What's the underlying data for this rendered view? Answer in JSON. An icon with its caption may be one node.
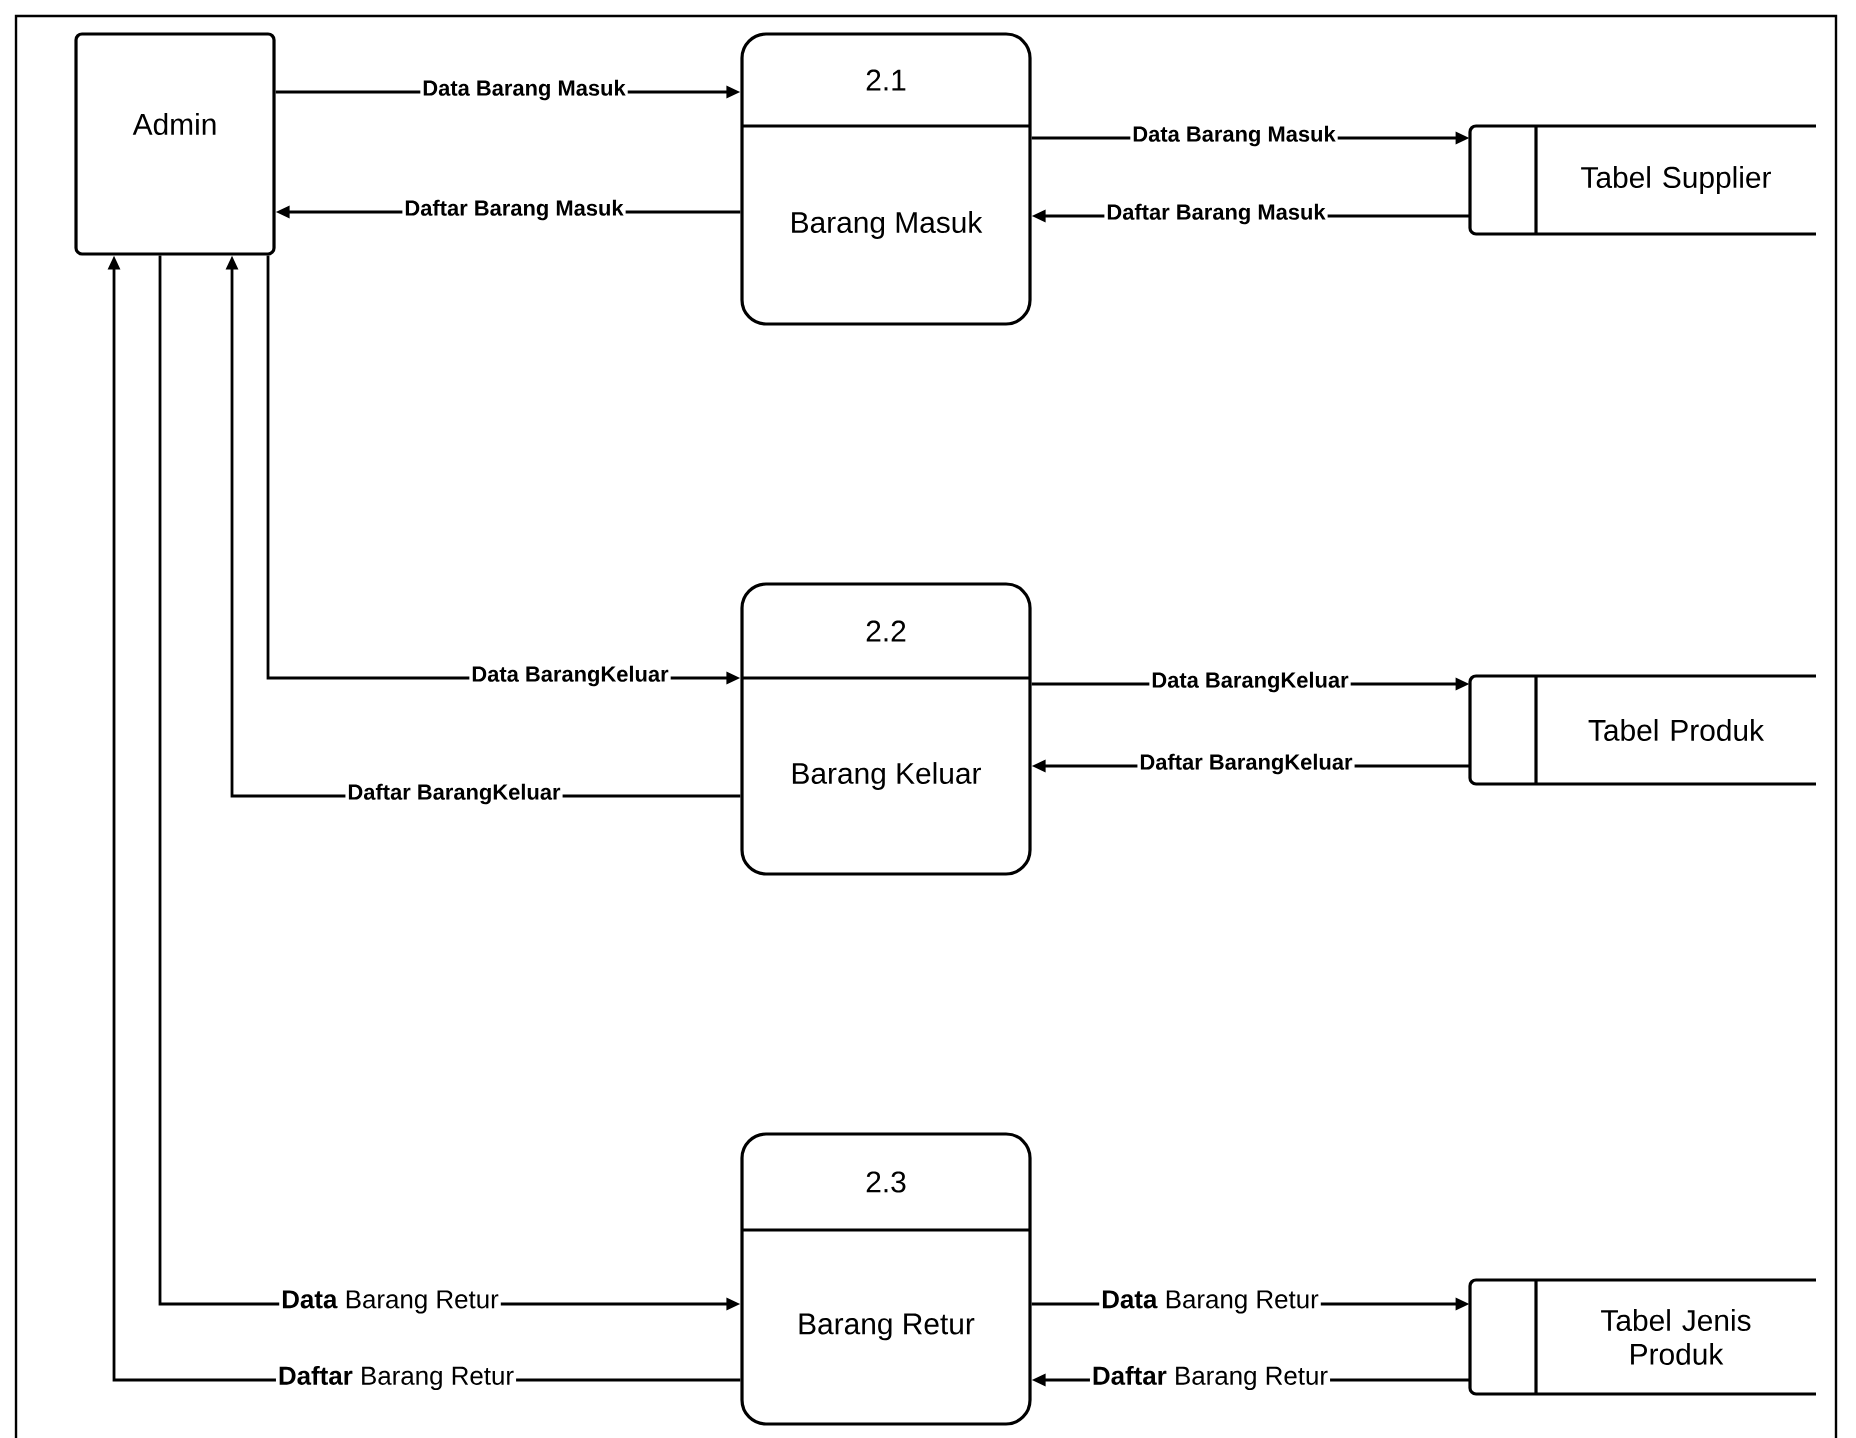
{
  "diagram": {
    "nodes": [
      {
        "text": [
          "Admin"
        ]
      },
      {
        "text": [
          "2.1",
          "Barang Masuk"
        ]
      },
      {
        "text": [
          "Tabel Supplier"
        ]
      },
      {
        "text": [
          "2.2",
          "Barang Keluar"
        ]
      },
      {
        "text": [
          "Tabel Produk"
        ]
      },
      {
        "text": [
          "2.3",
          "Barang Retur"
        ]
      },
      {
        "text": [
          "Tabel Jenis Produk"
        ]
      }
    ],
    "edges": [
      {
        "from": 0,
        "to": 1,
        "arrow": "to",
        "label": "Data Barang Masuk"
      },
      {
        "from": 1,
        "to": 0,
        "arrow": "to",
        "label": "Daftar Barang Masuk"
      },
      {
        "from": 1,
        "to": 2,
        "arrow": "to",
        "label": "Data Barang Masuk"
      },
      {
        "from": 2,
        "to": 1,
        "arrow": "to",
        "label": "Daftar Barang Masuk"
      },
      {
        "from": 0,
        "to": 3,
        "arrow": "to",
        "label": "Data BarangKeluar"
      },
      {
        "from": 3,
        "to": 0,
        "arrow": "to",
        "label": "Daftar BarangKeluar"
      },
      {
        "from": 3,
        "to": 4,
        "arrow": "to",
        "label": "Data BarangKeluar"
      },
      {
        "from": 4,
        "to": 3,
        "arrow": "to",
        "label": "Daftar BarangKeluar"
      },
      {
        "from": 0,
        "to": 5,
        "arrow": "to",
        "label": "**Data** Barang Retur"
      },
      {
        "from": 5,
        "to": 0,
        "arrow": "to",
        "label": "**Daftar** Barang Retur"
      },
      {
        "from": 5,
        "to": 6,
        "arrow": "to",
        "label": "**Data**  Barang Retur"
      },
      {
        "from": 6,
        "to": 5,
        "arrow": "to",
        "label": "**Daftar** Barang Retur"
      }
    ]
  }
}
